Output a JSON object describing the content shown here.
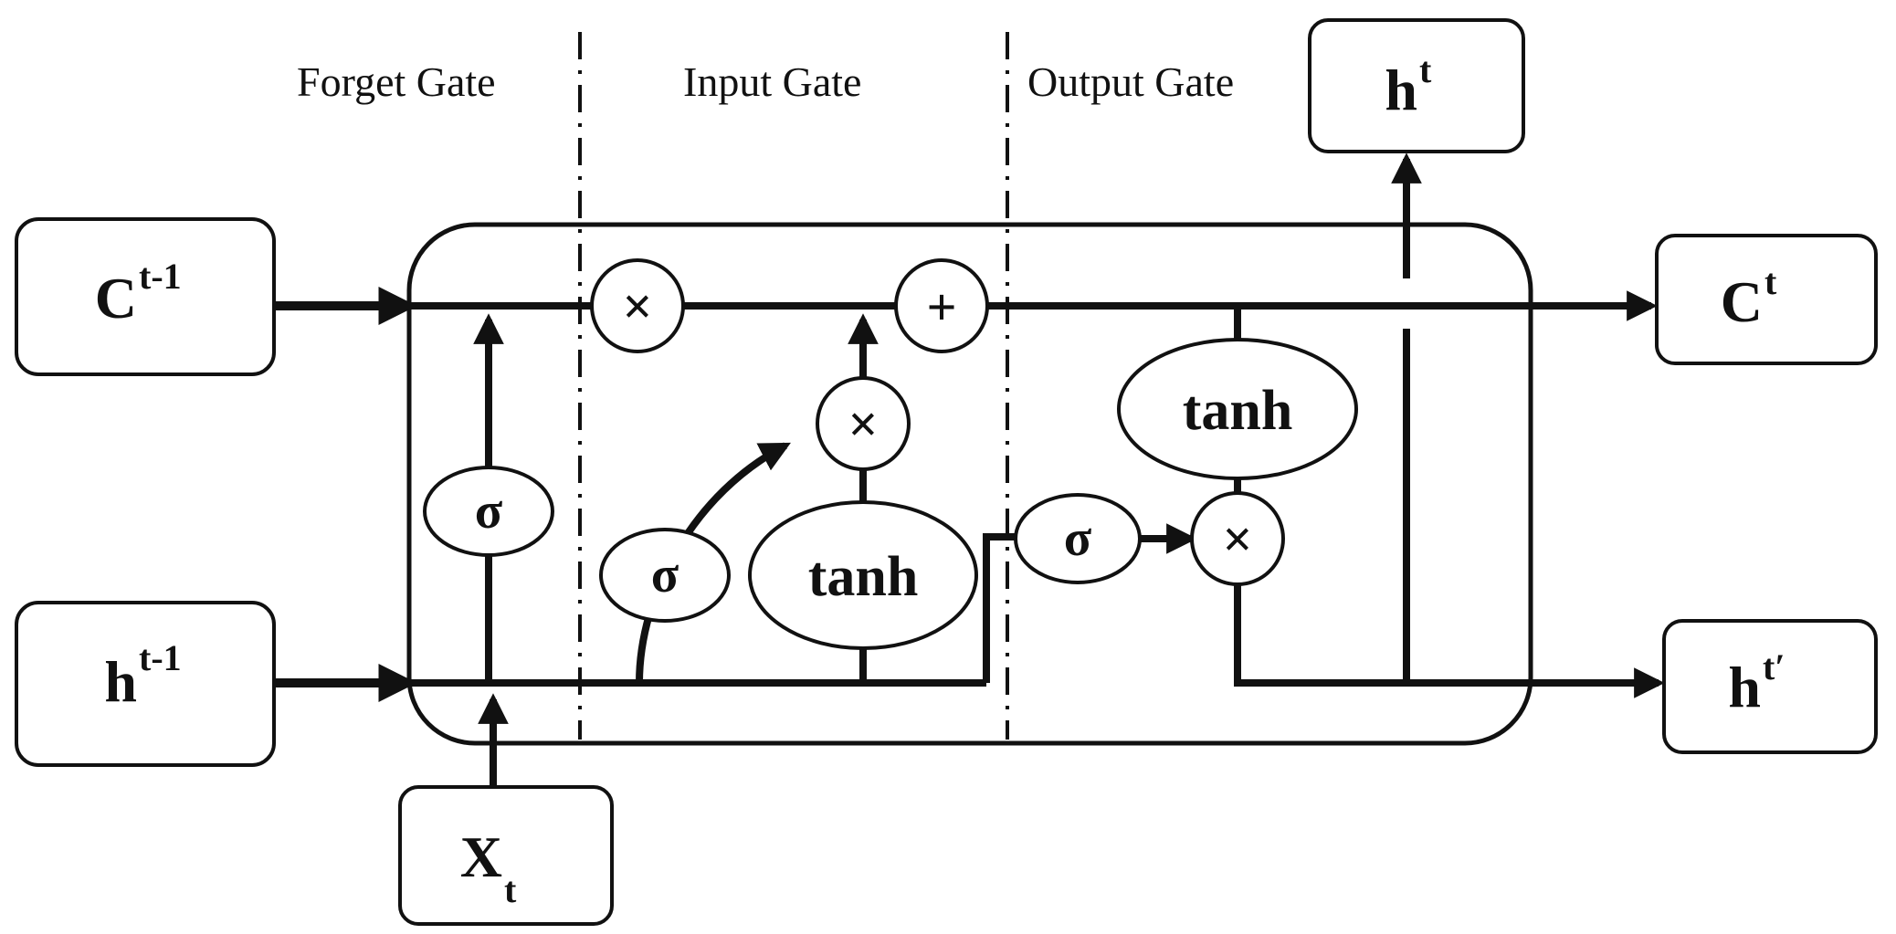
{
  "gates": {
    "forget": "Forget Gate",
    "input": "Input Gate",
    "output": "Output Gate"
  },
  "boxes": {
    "c_prev": {
      "base": "C",
      "sup": "t-1"
    },
    "h_prev": {
      "base": "h",
      "sup": "t-1"
    },
    "x_t": {
      "base": "X",
      "sub": "t"
    },
    "c_t": {
      "base": "C",
      "sup": "t"
    },
    "h_t_out": {
      "base": "h",
      "sup": "t′"
    },
    "h_t_top": {
      "base": "h",
      "sup": "t"
    }
  },
  "ops": {
    "multiply": "×",
    "add": "+",
    "sigma": "σ",
    "tanh": "tanh"
  },
  "colors": {
    "stroke": "#111111",
    "background": "#ffffff"
  }
}
